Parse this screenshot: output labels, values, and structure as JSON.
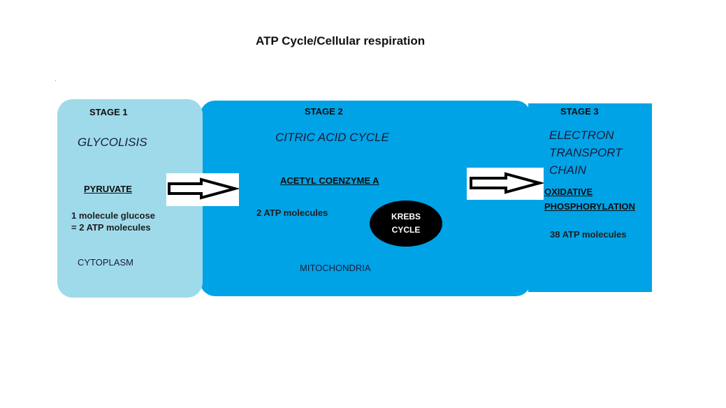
{
  "title": "ATP Cycle/Cellular respiration",
  "stage1": {
    "label": "STAGE 1",
    "process": "GLYCOLISIS",
    "product": "PYRUVATE",
    "note_line1": "1 molecule glucose",
    "note_line2": "= 2 ATP molecules",
    "location": "CYTOPLASM",
    "color": "#9fdaea"
  },
  "stage2": {
    "label": "STAGE 2",
    "process": "CITRIC ACID CYCLE",
    "product": "ACETYL COENZYME A",
    "note": "2 ATP molecules",
    "location": "MITOCHONDRIA",
    "color": "#00a3e6",
    "krebs": {
      "line1": "KREBS",
      "line2": "CYCLE"
    }
  },
  "stage3": {
    "label": "STAGE 3",
    "process_line1": "ELECTRON",
    "process_line2": "TRANSPORT",
    "process_line3": "CHAIN",
    "product_line1": "OXIDATIVE",
    "product_line2": "PHOSPHORYLATION",
    "note": "38 ATP molecules",
    "color": "#00a3e6"
  },
  "arrows": [
    {
      "from": "stage1",
      "to": "stage2",
      "icon": "right-arrow-icon"
    },
    {
      "from": "stage2",
      "to": "stage3",
      "icon": "right-arrow-icon"
    }
  ]
}
